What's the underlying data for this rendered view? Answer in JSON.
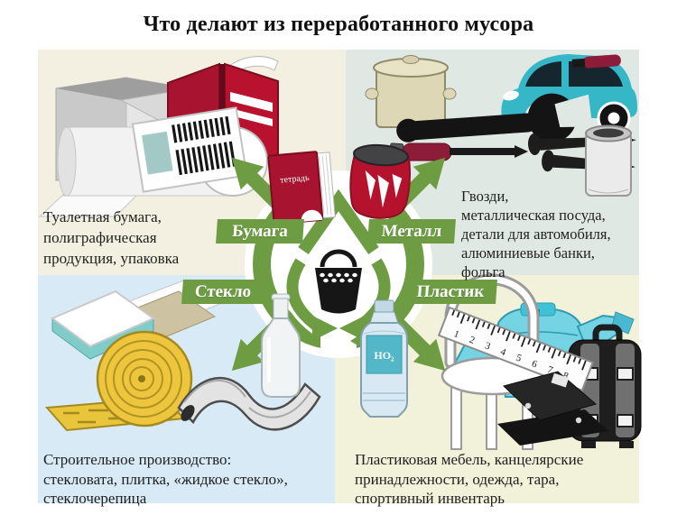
{
  "title": "Что делают из переработанного мусора",
  "center": {
    "badges": [
      {
        "id": "paper",
        "label": "Бумага"
      },
      {
        "id": "metal",
        "label": "Металл"
      },
      {
        "id": "glass",
        "label": "Стекло"
      },
      {
        "id": "plastic",
        "label": "Пластик"
      }
    ],
    "notebook_label": "тетрадь",
    "bottle_label": "НО₂"
  },
  "quadrants": {
    "paper": {
      "caption_lines": [
        "Туалетная бумага,",
        "полиграфическая",
        "продукция, упаковка"
      ],
      "bg": "#f4f0e1"
    },
    "metal": {
      "caption_lines": [
        "Гвозди,",
        "металлическая посуда,",
        "детали для автомобиля,",
        "алюминиевые банки,",
        "фольга"
      ],
      "bg": "#e0e8e3"
    },
    "glass": {
      "caption_lines": [
        "Строительное производство:",
        "стекловата, плитка, «жидкое стекло»,",
        "стеклочерепица"
      ],
      "bg": "#d7eaf6"
    },
    "plastic": {
      "caption_lines": [
        "Пластиковая мебель, канцелярские",
        "принадлежности, одежда, тара,",
        "спортивный инвентарь"
      ],
      "ruler_numbers": "12345678",
      "bg": "#f2f1da"
    }
  },
  "colors": {
    "accent_green": "#6d9c43",
    "paper_bg": "#f4f0e1",
    "metal_bg": "#e0e8e3",
    "glass_bg": "#d7eaf6",
    "plastic_bg": "#f2f1da",
    "red": "#b5122d",
    "car_teal": "#35b7c8"
  }
}
